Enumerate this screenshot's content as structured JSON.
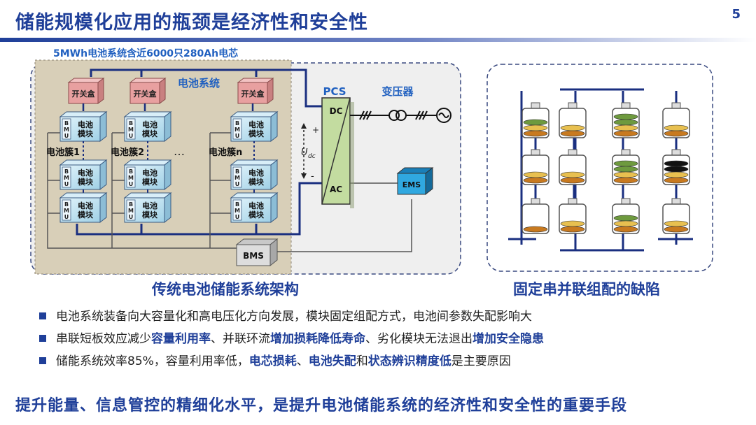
{
  "slide": {
    "title": "储能规模化应用的瓶颈是经济性和安全性",
    "page_number": "5"
  },
  "diagram": {
    "note": "5MWh电池系统含近6000只280Ah电芯",
    "battery_system_label": "电池系统",
    "switch_box": "开关盒",
    "bmu_letters": [
      "B",
      "M",
      "U"
    ],
    "module_label": [
      "电池",
      "模块"
    ],
    "clusters": [
      "电池簇1",
      "电池簇2",
      "电池簇n"
    ],
    "ellipsis": "…",
    "pcs": "PCS",
    "dc": "DC",
    "ac": "AC",
    "transformer": "变压器",
    "ems": "EMS",
    "bms": "BMS",
    "plus": "+",
    "minus": "-",
    "voltage": "U",
    "voltage_sub": "dc"
  },
  "captions": {
    "left": "传统电池储能系统架构",
    "right": "固定串并联组配的缺陷"
  },
  "bullets": [
    {
      "segments": [
        {
          "text": "电池系统装备向大容量化和高电压化方向发展，模块固定组配方式，电池间参数失配影响大",
          "bold": false
        }
      ]
    },
    {
      "segments": [
        {
          "text": "串联短板效应减少",
          "bold": false
        },
        {
          "text": "容量利用率",
          "bold": true
        },
        {
          "text": "、并联环流",
          "bold": false
        },
        {
          "text": "增加损耗降低寿命",
          "bold": true
        },
        {
          "text": "、劣化模块无法退出",
          "bold": false
        },
        {
          "text": "增加安全隐患",
          "bold": true
        }
      ]
    },
    {
      "segments": [
        {
          "text": "储能系统效率85%，容量利用率低，",
          "bold": false
        },
        {
          "text": "电芯损耗",
          "bold": true
        },
        {
          "text": "、",
          "bold": false
        },
        {
          "text": "电池失配",
          "bold": true
        },
        {
          "text": "和",
          "bold": false
        },
        {
          "text": "状态辨识精度低",
          "bold": true
        },
        {
          "text": "是主要原因",
          "bold": false
        }
      ]
    }
  ],
  "conclusion": "提升能量、信息管控的精细化水平，是提升电池储能系统的经济性和安全性的重要手段",
  "colors": {
    "accent": "#1f3f99",
    "navy": "#1a2f80",
    "battery_area": "#d8cfb8",
    "switch_box": "#e8a0a0",
    "module": "#c5e4f2",
    "pcs": "#c3dca0",
    "ems": "#30a8e0",
    "cell_green": "#6e9a3e",
    "cell_orange": "#c87a20",
    "cell_yellow": "#e8c050",
    "cell_black": "#111111"
  },
  "cell_grid": {
    "rows": [
      [
        [
          "green",
          "yellow",
          "orange"
        ],
        [
          "yellow",
          "orange"
        ],
        [
          "green",
          "green",
          "yellow",
          "orange"
        ],
        [
          "yellow",
          "orange"
        ]
      ],
      [
        [
          "yellow",
          "orange"
        ],
        [
          "yellow",
          "orange"
        ],
        [
          "green",
          "green",
          "yellow",
          "orange"
        ],
        [
          "black",
          "black",
          "yellow",
          "orange"
        ]
      ],
      [
        [
          "orange"
        ],
        [
          "yellow",
          "orange"
        ],
        [
          "green",
          "yellow",
          "orange"
        ],
        [
          "yellow",
          "orange"
        ]
      ]
    ]
  }
}
